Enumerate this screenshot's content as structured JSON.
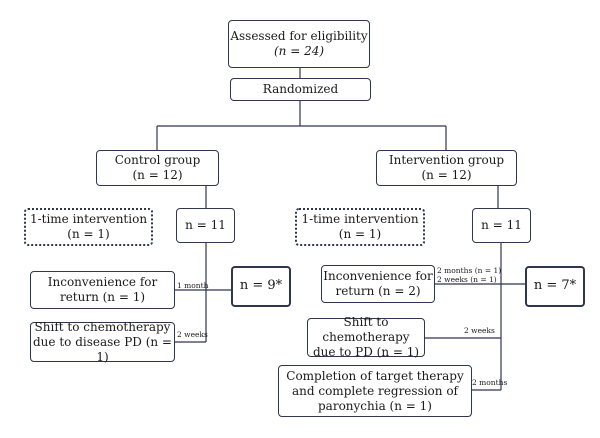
{
  "boxes": {
    "assessed": {
      "l1": "Assessed for eligibility",
      "l2": "(n = 24)"
    },
    "randomized": {
      "l1": "Randomized"
    },
    "control": {
      "l1": "Control group",
      "l2": "(n = 12)"
    },
    "intervention": {
      "l1": "Intervention group",
      "l2": "(n = 12)"
    },
    "control_one_time": {
      "l1": "1-time intervention",
      "l2": "(n = 1)"
    },
    "control_n11": {
      "l1": "n = 11"
    },
    "intervention_one_time": {
      "l1": "1-time intervention",
      "l2": "(n = 1)"
    },
    "intervention_n11": {
      "l1": "n = 11"
    },
    "control_inconvenience": {
      "l1": "Inconvenience for",
      "l2": "return (n = 1)"
    },
    "control_shift": {
      "l1": "Shift to chemotherapy",
      "l2": "due to disease PD (n = 1)"
    },
    "control_final": {
      "l1": "n = 9*"
    },
    "intervention_inconvenience": {
      "l1": "Inconvenience for",
      "l2": "return (n = 2)"
    },
    "intervention_shift": {
      "l1": "Shift to chemotherapy",
      "l2": "due to PD (n = 1)"
    },
    "intervention_completion": {
      "l1": "Completion of target therapy",
      "l2": "and complete regression of",
      "l3": "paronychia (n = 1)"
    },
    "intervention_final": {
      "l1": "n = 7*"
    }
  },
  "notes": {
    "c_1month": "1 month",
    "c_2weeks": "2 weeks",
    "i_2months_a": "2 months (n = 1)",
    "i_2weeks_a": "2 weeks (n = 1)",
    "i_2weeks_b": "2 weeks",
    "i_2months_b": "2 months"
  }
}
